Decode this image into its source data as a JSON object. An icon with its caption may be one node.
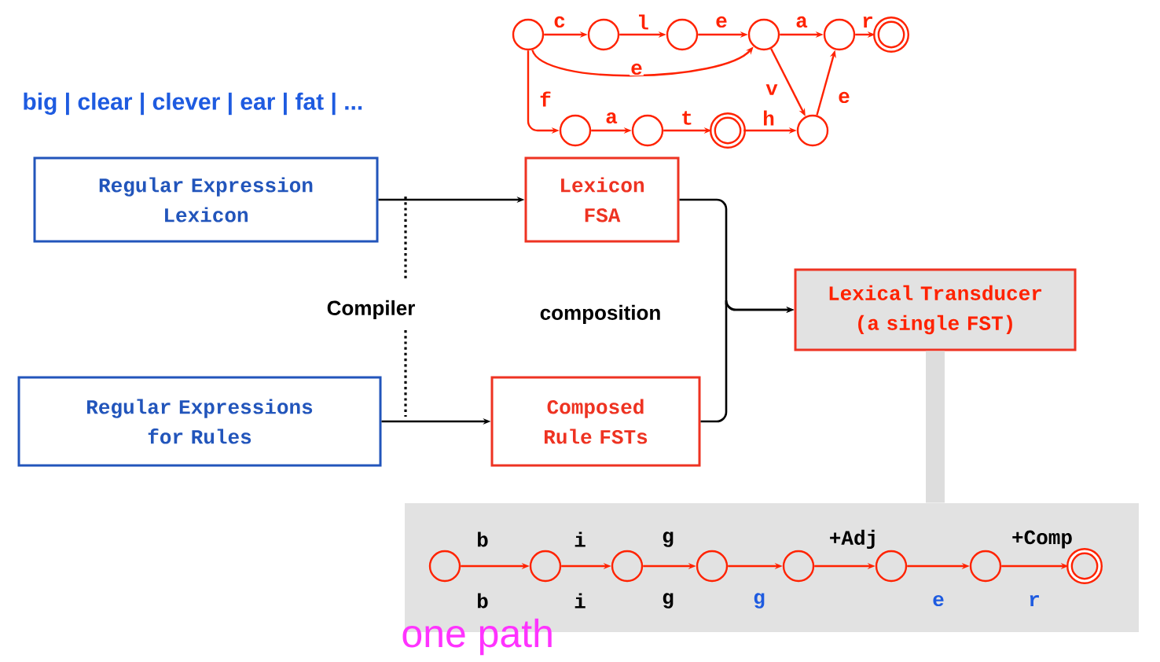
{
  "diagram": {
    "nodes": [
      {
        "text": [],
        "shape": "circle"
      },
      {
        "text": [],
        "shape": "circle"
      },
      {
        "text": [],
        "shape": "circle"
      },
      {
        "text": [],
        "shape": "circle"
      },
      {
        "text": [],
        "shape": "circle"
      },
      {
        "text": [],
        "shape": "ring"
      },
      {
        "text": [],
        "shape": "circle"
      },
      {
        "text": [],
        "shape": "circle"
      },
      {
        "text": [],
        "shape": "ring"
      },
      {
        "text": [],
        "shape": "circle"
      },
      {
        "text": [
          "Regular Expression Lexicon"
        ]
      },
      {
        "text": [
          "Lexicon FSA"
        ]
      },
      {
        "text": [
          "Lexical Transducer (a single FST)"
        ]
      },
      {
        "text": [
          "Regular Expressions for Rules"
        ]
      },
      {
        "text": [
          "Composed Rule FSTs"
        ]
      },
      {
        "text": [],
        "shape": "box"
      },
      {
        "text": [],
        "shape": "circle",
        "in": 15
      },
      {
        "text": [],
        "shape": "circle",
        "in": 15
      },
      {
        "text": [],
        "shape": "circle",
        "in": 15
      },
      {
        "text": [],
        "shape": "circle",
        "in": 15
      },
      {
        "text": [],
        "shape": "circle",
        "in": 15
      },
      {
        "text": [],
        "shape": "circle",
        "in": 15
      },
      {
        "text": [],
        "shape": "circle",
        "in": 15
      },
      {
        "text": [],
        "shape": "ring",
        "in": 15
      }
    ],
    "edges": [
      {
        "from": 0,
        "to": 1,
        "arrow": "to",
        "label": "c"
      },
      {
        "from": 1,
        "to": 2,
        "arrow": "to",
        "label": "l"
      },
      {
        "from": 2,
        "to": 3,
        "arrow": "to",
        "label": "e"
      },
      {
        "from": 3,
        "to": 4,
        "arrow": "to",
        "label": "a"
      },
      {
        "from": 4,
        "to": 5,
        "arrow": "to",
        "label": "r"
      },
      {
        "from": 0,
        "to": 3,
        "arrow": "to",
        "label": "e"
      },
      {
        "from": 0,
        "to": 6,
        "arrow": "to",
        "label": "f"
      },
      {
        "from": 6,
        "to": 7,
        "arrow": "to",
        "label": "a"
      },
      {
        "from": 7,
        "to": 8,
        "arrow": "to",
        "label": "t"
      },
      {
        "from": 8,
        "to": 9,
        "arrow": "to",
        "label": "h"
      },
      {
        "from": 3,
        "to": 9,
        "arrow": "to",
        "label": "v"
      },
      {
        "from": 9,
        "to": 4,
        "arrow": "to",
        "label": "e"
      },
      {
        "from": 10,
        "to": 11,
        "arrow": "to",
        "color": "#000000"
      },
      {
        "from": 13,
        "to": 14,
        "arrow": "to",
        "color": "#000000"
      },
      {
        "from": 11,
        "to": 12,
        "arrow": "to",
        "color": "#000000"
      },
      {
        "from": 14,
        "to": 12,
        "arrow": "to",
        "color": "#000000"
      },
      {
        "from": 12,
        "to": 15,
        "arrow": "none",
        "style": "thick",
        "color": "#dddddd"
      },
      {
        "from": 16,
        "to": 17,
        "arrow": "to",
        "label": "b"
      },
      {
        "from": 17,
        "to": 18,
        "arrow": "to",
        "label": "i"
      },
      {
        "from": 18,
        "to": 19,
        "arrow": "to",
        "label": "g"
      },
      {
        "from": 19,
        "to": 20,
        "arrow": "to"
      },
      {
        "from": 20,
        "to": 21,
        "arrow": "to",
        "label": "+Adj"
      },
      {
        "from": 21,
        "to": 22,
        "arrow": "to"
      },
      {
        "from": 22,
        "to": 23,
        "arrow": "to",
        "label": "+Comp"
      }
    ],
    "labels": [
      "big | clear | clever | ear | fat | ...",
      "Compiler",
      "composition",
      "b",
      "i",
      "g",
      "g",
      "e",
      "r",
      "one path"
    ]
  }
}
